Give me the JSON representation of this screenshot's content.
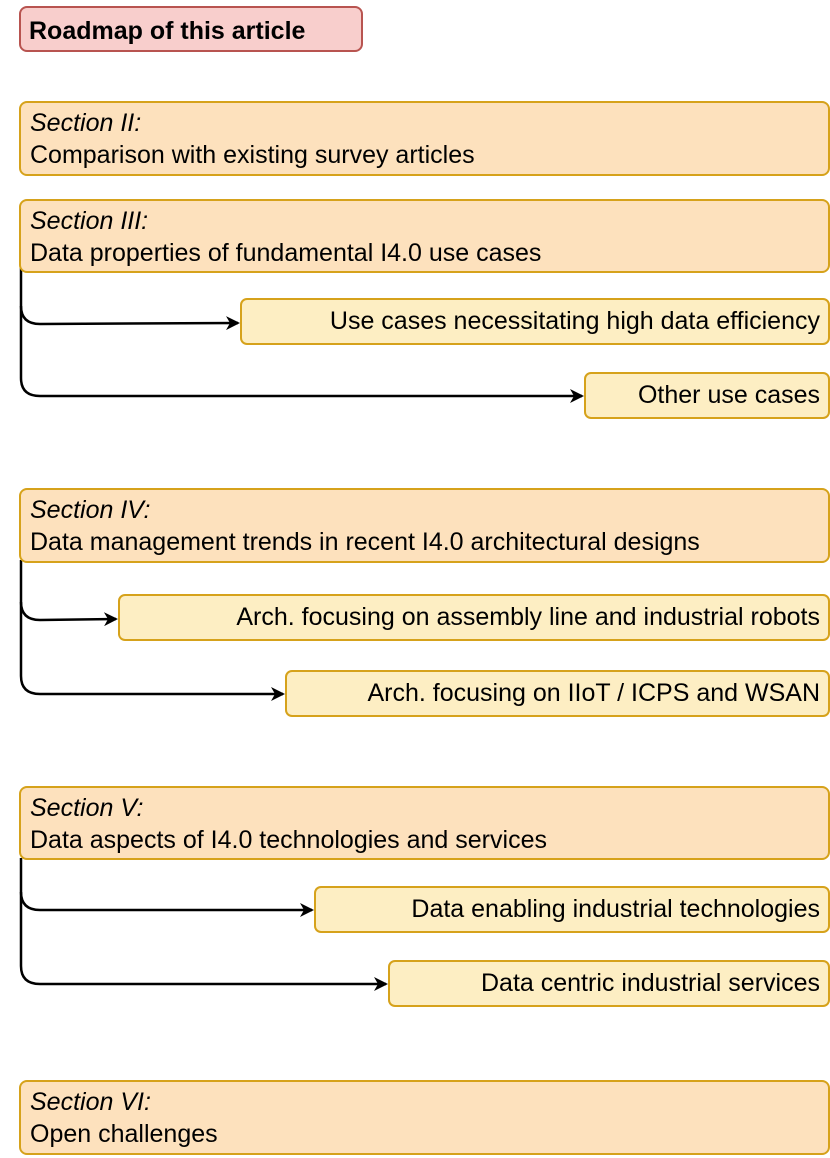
{
  "title": "Roadmap of this article",
  "sections": [
    {
      "label": "Section II:",
      "text": "Comparison with existing survey articles"
    },
    {
      "label": "Section III:",
      "text": "Data properties of fundamental I4.0 use cases"
    },
    {
      "label": "Section IV:",
      "text": "Data management trends in recent I4.0 architectural designs"
    },
    {
      "label": "Section V:",
      "text": "Data aspects of I4.0 technologies and services"
    },
    {
      "label": "Section VI:",
      "text": "Open challenges"
    }
  ],
  "subsections": {
    "s3": [
      "Use cases necessitating high data efficiency",
      "Other use cases"
    ],
    "s4": [
      "Arch. focusing on assembly line and industrial robots",
      "Arch. focusing on IIoT / ICPS and WSAN"
    ],
    "s5": [
      "Data enabling industrial technologies",
      "Data centric industrial services"
    ]
  }
}
